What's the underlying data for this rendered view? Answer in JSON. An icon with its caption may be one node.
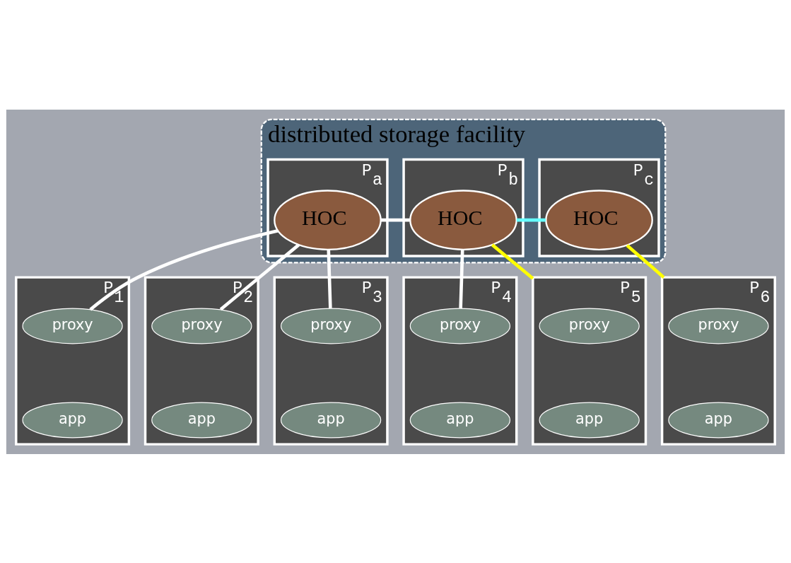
{
  "diagram": {
    "nodes": [
      {
        "text": [
          "distributed storage facility"
        ]
      },
      {
        "text": [
          "P$_{a}$"
        ],
        "in": 0
      },
      {
        "text": [
          "HOC"
        ],
        "in": 1
      },
      {
        "text": [
          "P$_{b}$"
        ],
        "in": 0
      },
      {
        "text": [
          "HOC"
        ],
        "in": 3
      },
      {
        "text": [
          "P$_{c}$"
        ],
        "in": 0
      },
      {
        "text": [
          "HOC"
        ],
        "in": 5
      },
      {
        "text": [
          "P$_{1}$"
        ]
      },
      {
        "text": [
          "proxy"
        ],
        "in": 7
      },
      {
        "text": [
          "app"
        ],
        "in": 7
      },
      {
        "text": [
          "P$_{2}$"
        ]
      },
      {
        "text": [
          "proxy"
        ],
        "in": 10
      },
      {
        "text": [
          "app"
        ],
        "in": 10
      },
      {
        "text": [
          "P$_{3}$"
        ]
      },
      {
        "text": [
          "proxy"
        ],
        "in": 13
      },
      {
        "text": [
          "app"
        ],
        "in": 13
      },
      {
        "text": [
          "P$_{4}$"
        ]
      },
      {
        "text": [
          "proxy"
        ],
        "in": 16
      },
      {
        "text": [
          "app"
        ],
        "in": 16
      },
      {
        "text": [
          "P$_{5}$"
        ]
      },
      {
        "text": [
          "proxy"
        ],
        "in": 19
      },
      {
        "text": [
          "app"
        ],
        "in": 19
      },
      {
        "text": [
          "P$_{6}$"
        ]
      },
      {
        "text": [
          "proxy"
        ],
        "in": 22
      },
      {
        "text": [
          "app"
        ],
        "in": 22
      }
    ],
    "edges": [
      {
        "from": 2,
        "to": 4,
        "arrow": "none"
      },
      {
        "from": 4,
        "to": 6,
        "arrow": "none",
        "color": "#66ffff"
      },
      {
        "from": 2,
        "to": 8,
        "arrow": "none"
      },
      {
        "from": 2,
        "to": 11,
        "arrow": "none"
      },
      {
        "from": 2,
        "to": 14,
        "arrow": "none"
      },
      {
        "from": 4,
        "to": 17,
        "arrow": "none"
      },
      {
        "from": 4,
        "to": 19,
        "arrow": "none",
        "color": "#ffff00"
      },
      {
        "from": 6,
        "to": 22,
        "arrow": "none",
        "color": "#ffff00"
      }
    ]
  }
}
